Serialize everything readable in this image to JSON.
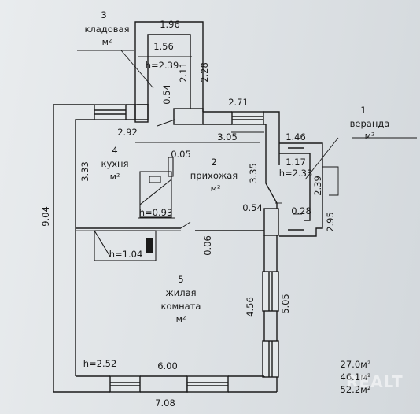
{
  "rooms": {
    "storage": {
      "number": "3",
      "name": "кладовая",
      "area": "м²"
    },
    "veranda": {
      "number": "1",
      "name": "веранда",
      "area": "м²"
    },
    "kitchen": {
      "number": "4",
      "name": "кухня",
      "area": "м²"
    },
    "hall": {
      "number": "2",
      "name": "прихожая",
      "area": "м²"
    },
    "living": {
      "number": "5",
      "name_line1": "жилая",
      "name_line2": "комната",
      "area": "м²"
    }
  },
  "dimensions": {
    "storage_outer_width": "1.96",
    "storage_inner_width": "1.56",
    "storage_height": "h=2.39",
    "storage_inner_depth": "2.11",
    "storage_outer_depth": "2.28",
    "storage_door_offset": "0.54",
    "hall_top_width": "2.71",
    "kitchen_width": "2.92",
    "hall_width": "3.05",
    "kitchen_depth": "3.33",
    "hall_depth": "3.35",
    "veranda_outer_width": "1.46",
    "veranda_inner_width": "1.17",
    "veranda_height": "h=2.33",
    "veranda_inner_depth": "2.39",
    "veranda_outer_depth": "2.95",
    "chimney_width": "0.05",
    "stove_height": "h=0.93",
    "hall_door_offset": "0.54",
    "veranda_step": "0.28",
    "partition": "0.06",
    "living_stove_height": "h=1.04",
    "living_depth_inner": "4.56",
    "living_depth_outer": "5.05",
    "house_depth": "9.04",
    "living_height": "h=2.52",
    "living_width": "6.00",
    "house_width": "7.08"
  },
  "totals": [
    "27.0м²",
    "46.1м²",
    "52.2м²"
  ],
  "watermark": "REALT"
}
